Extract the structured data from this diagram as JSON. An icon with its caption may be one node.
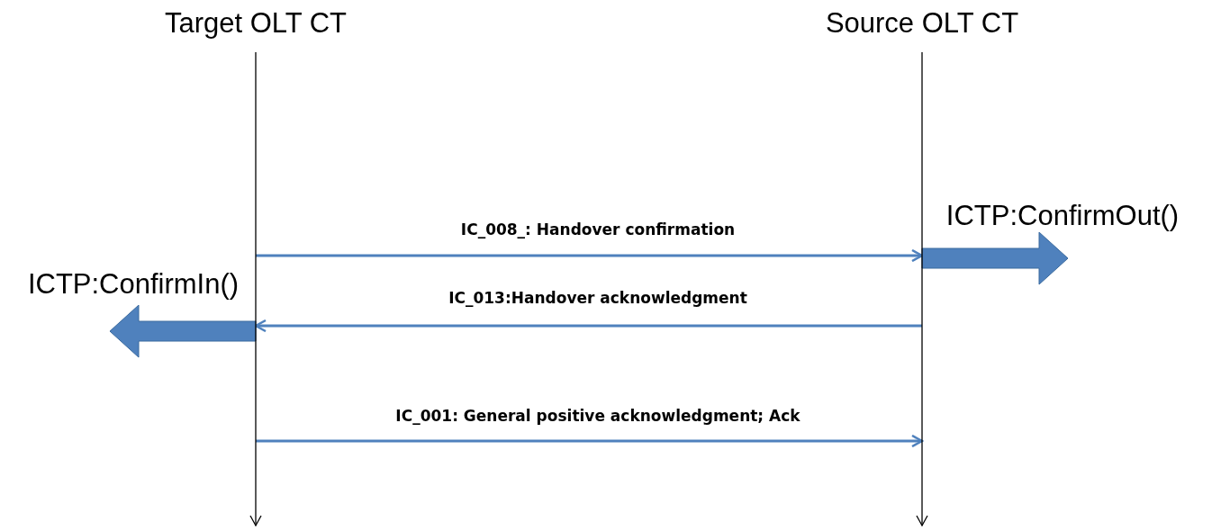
{
  "diagram": {
    "nodes": [
      {
        "text": [
          "Target OLT CT"
        ]
      },
      {
        "text": [
          "Source OLT CT"
        ]
      }
    ],
    "edges": [
      {
        "from": 0,
        "to": 1,
        "arrow": "to",
        "label": "IC_008_: Handover confirmation"
      },
      {
        "from": 1,
        "to": 0,
        "arrow": "to",
        "label": "IC_013:Handover acknowledgment"
      },
      {
        "from": 0,
        "to": 1,
        "arrow": "to",
        "label": "IC_001: General positive acknowledgment; Ack"
      },
      {
        "from": 1,
        "to": null,
        "arrow": "to",
        "style": "thick",
        "label": "ICTP:ConfirmOut()"
      },
      {
        "from": 0,
        "to": null,
        "arrow": "to",
        "style": "thick",
        "label": "ICTP:ConfirmIn()"
      }
    ]
  }
}
